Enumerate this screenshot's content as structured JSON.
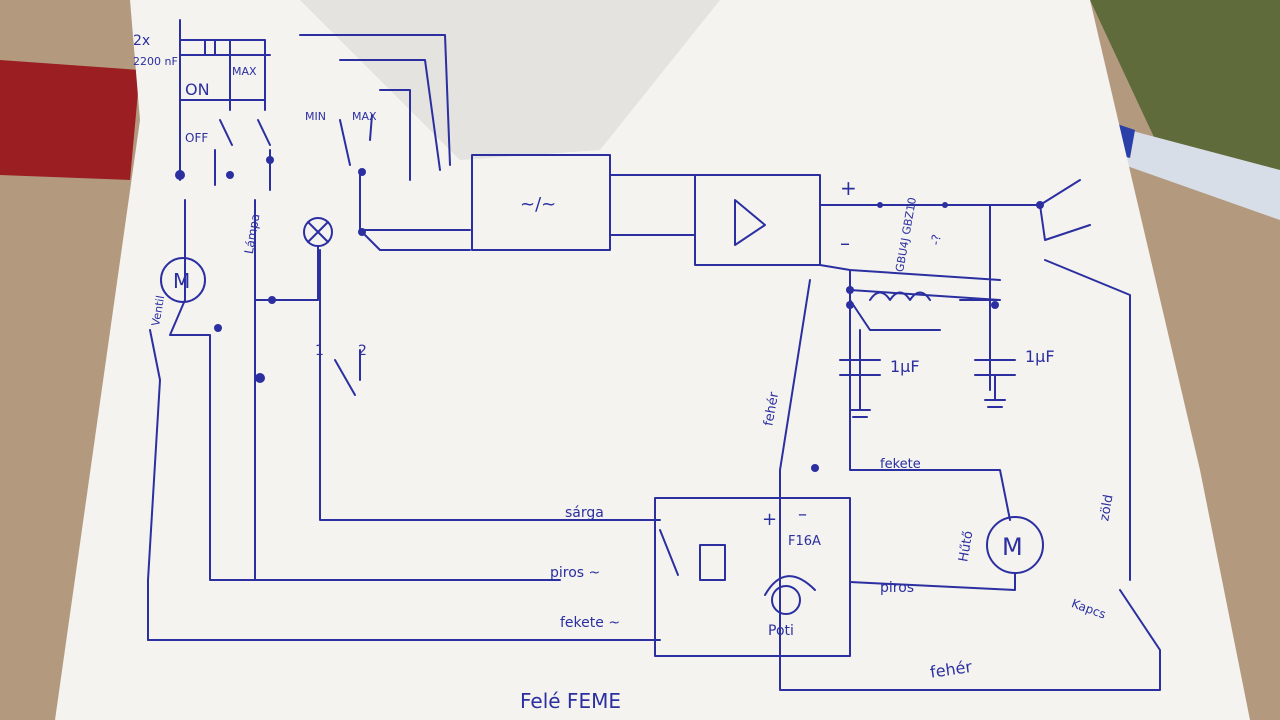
{
  "colors": {
    "paper": "#f4f3f0",
    "ink": "#2b2fa0",
    "background_cardboard": "#b39a7f",
    "background_green": "#5f6b3a",
    "background_red": "#9a1e22",
    "pen_body": "#d8dee8",
    "pen_cap": "#2b3fa8"
  },
  "labels": {
    "cap_count": "2x",
    "cap_value": "2200 nF",
    "switch_on": "ON",
    "switch_off": "OFF",
    "switch_right": "MAX",
    "pot_min": "MIN",
    "pot_max": "MAX",
    "bulb_label": "Lámpa",
    "motor_symbol": "M",
    "fan_label": "Ventil",
    "pos_1": "1",
    "pos_2": "2",
    "plus": "+",
    "minus": "–",
    "rectifier_label": "GBU4J GBZ10",
    "question": "-?",
    "cap_1uF_a": "1µF",
    "cap_1uF_b": "1µF",
    "wire_feher_1": "fehér",
    "wire_fekete_1": "fekete",
    "wire_feher_2": "fehér",
    "wire_kapcs": "Kapcs",
    "wire_zold": "zöld",
    "relay_sarga": "sárga",
    "relay_piros": "piros ~",
    "relay_fekete": "fekete ~",
    "relay_plus": "+",
    "relay_minus": "–",
    "fuse": "F16A",
    "poti": "Poti",
    "motor_label": "Hűtő",
    "motor_piros": "piros",
    "bottom_note": "Felé FEME"
  }
}
